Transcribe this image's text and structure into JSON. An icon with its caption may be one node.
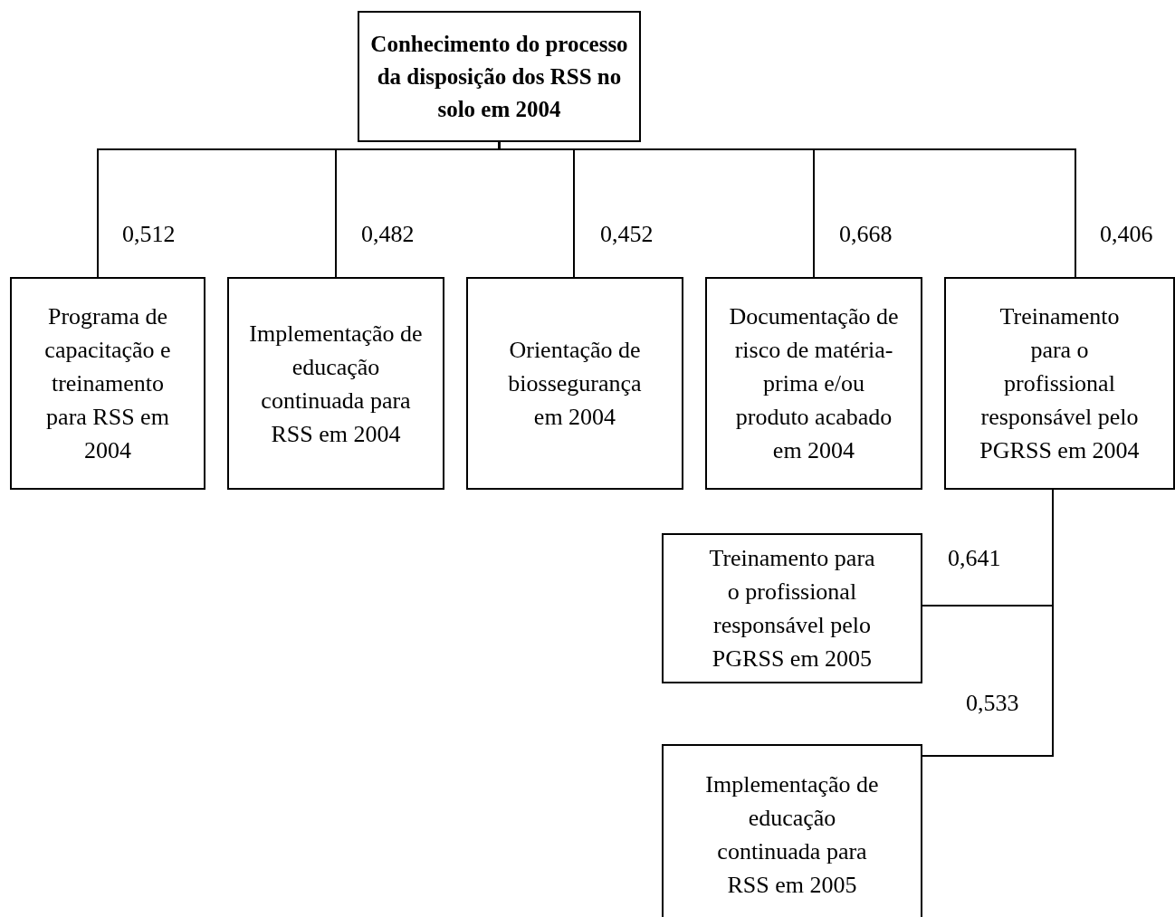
{
  "diagram": {
    "nodes": [
      {
        "text": [
          "Conhecimento do processo da disposição dos RSS no solo em 2004"
        ]
      },
      {
        "text": [
          "Programa de capacitação e treinamento para RSS em 2004"
        ]
      },
      {
        "text": [
          "Implementação de educação continuada para RSS em 2004"
        ]
      },
      {
        "text": [
          "Orientação de biossegurança em 2004"
        ]
      },
      {
        "text": [
          "Documentação de risco de matéria-prima e/ou produto acabado em 2004"
        ]
      },
      {
        "text": [
          "Treinamento para o profissional responsável pelo PGRSS em 2004"
        ]
      },
      {
        "text": [
          "Treinamento para o profissional responsável pelo PGRSS em 2005"
        ]
      },
      {
        "text": [
          "Implementação de educação continuada para RSS em 2005"
        ]
      }
    ],
    "edges": [
      {
        "from": 0,
        "to": 1,
        "arrow": "none",
        "label": "0,512"
      },
      {
        "from": 0,
        "to": 2,
        "arrow": "none",
        "label": "0,482"
      },
      {
        "from": 0,
        "to": 3,
        "arrow": "none",
        "label": "0,452"
      },
      {
        "from": 0,
        "to": 4,
        "arrow": "none",
        "label": "0,668"
      },
      {
        "from": 0,
        "to": 5,
        "arrow": "none",
        "label": "0,406"
      },
      {
        "from": 5,
        "to": 6,
        "arrow": "none",
        "label": "0,641"
      },
      {
        "from": 5,
        "to": 7,
        "arrow": "none",
        "label": "0,533"
      }
    ]
  }
}
